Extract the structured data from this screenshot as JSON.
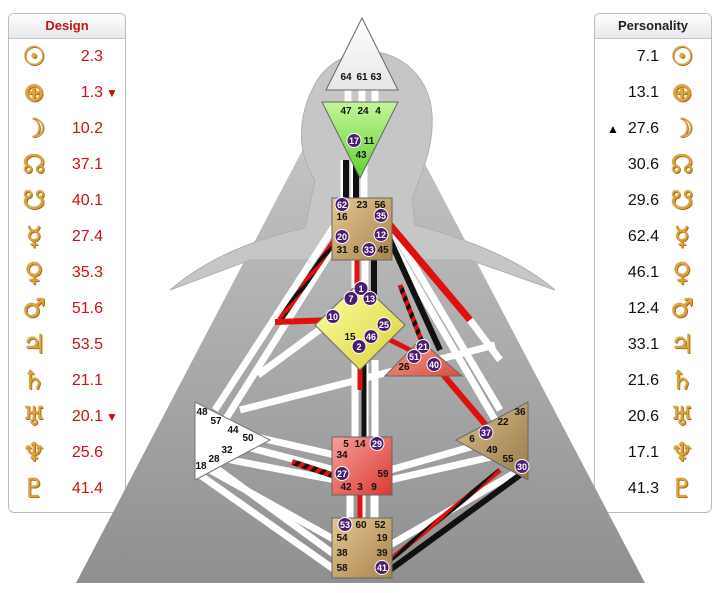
{
  "design": {
    "title": "Design",
    "rows": [
      {
        "icon": "sun-icon",
        "glyph": "☉",
        "value": "2.3",
        "arrow": ""
      },
      {
        "icon": "earth-icon",
        "glyph": "⊕",
        "value": "1.3",
        "arrow": "▼"
      },
      {
        "icon": "moon-icon",
        "glyph": "☽",
        "value": "10.2",
        "arrow": ""
      },
      {
        "icon": "north-node-icon",
        "glyph": "☊",
        "value": "37.1",
        "arrow": ""
      },
      {
        "icon": "south-node-icon",
        "glyph": "☋",
        "value": "40.1",
        "arrow": ""
      },
      {
        "icon": "mercury-icon",
        "glyph": "☿",
        "value": "27.4",
        "arrow": ""
      },
      {
        "icon": "venus-icon",
        "glyph": "♀",
        "value": "35.3",
        "arrow": ""
      },
      {
        "icon": "mars-icon",
        "glyph": "♂",
        "value": "51.6",
        "arrow": ""
      },
      {
        "icon": "jupiter-icon",
        "glyph": "♃",
        "value": "53.5",
        "arrow": ""
      },
      {
        "icon": "saturn-icon",
        "glyph": "♄",
        "value": "21.1",
        "arrow": ""
      },
      {
        "icon": "uranus-icon",
        "glyph": "♅",
        "value": "20.1",
        "arrow": "▼"
      },
      {
        "icon": "neptune-icon",
        "glyph": "♆",
        "value": "25.6",
        "arrow": ""
      },
      {
        "icon": "pluto-icon",
        "glyph": "♇",
        "value": "41.4",
        "arrow": ""
      }
    ]
  },
  "personality": {
    "title": "Personality",
    "rows": [
      {
        "icon": "sun-icon",
        "glyph": "☉",
        "value": "7.1",
        "arrow": ""
      },
      {
        "icon": "earth-icon",
        "glyph": "⊕",
        "value": "13.1",
        "arrow": ""
      },
      {
        "icon": "moon-icon",
        "glyph": "☽",
        "value": "27.6",
        "arrow": "▲"
      },
      {
        "icon": "north-node-icon",
        "glyph": "☊",
        "value": "30.6",
        "arrow": ""
      },
      {
        "icon": "south-node-icon",
        "glyph": "☋",
        "value": "29.6",
        "arrow": ""
      },
      {
        "icon": "mercury-icon",
        "glyph": "☿",
        "value": "62.4",
        "arrow": ""
      },
      {
        "icon": "venus-icon",
        "glyph": "♀",
        "value": "46.1",
        "arrow": ""
      },
      {
        "icon": "mars-icon",
        "glyph": "♂",
        "value": "12.4",
        "arrow": ""
      },
      {
        "icon": "jupiter-icon",
        "glyph": "♃",
        "value": "33.1",
        "arrow": ""
      },
      {
        "icon": "saturn-icon",
        "glyph": "♄",
        "value": "21.6",
        "arrow": ""
      },
      {
        "icon": "uranus-icon",
        "glyph": "♅",
        "value": "20.6",
        "arrow": ""
      },
      {
        "icon": "neptune-icon",
        "glyph": "♆",
        "value": "17.1",
        "arrow": ""
      },
      {
        "icon": "pluto-icon",
        "glyph": "♇",
        "value": "41.3",
        "arrow": ""
      }
    ]
  },
  "colors": {
    "design_red": "#cc1111",
    "defined_head": "#ffffff",
    "defined_ajna": "#9be85a",
    "defined_throat": "#c8a060",
    "defined_g": "#eef06a",
    "defined_heart": "#e26a5a",
    "defined_solar": "#b69a68",
    "defined_sacral": "#e0504a",
    "defined_root": "#c8a060",
    "activation_circle": "#4a1d6e"
  },
  "centers": {
    "head": {
      "gates": [
        "64",
        "61",
        "63"
      ]
    },
    "ajna": {
      "gates": [
        "47",
        "24",
        "4",
        "17",
        "11",
        "43"
      ]
    },
    "throat": {
      "gates": [
        "62",
        "23",
        "56",
        "16",
        "35",
        "20",
        "12",
        "31",
        "8",
        "33",
        "45"
      ]
    },
    "g": {
      "gates": [
        "1",
        "7",
        "13",
        "10",
        "25",
        "15",
        "46",
        "2"
      ]
    },
    "heart": {
      "gates": [
        "21",
        "51",
        "26",
        "40"
      ]
    },
    "spleen": {
      "gates": [
        "48",
        "57",
        "44",
        "50",
        "32",
        "28",
        "18"
      ]
    },
    "solar_plexus": {
      "gates": [
        "36",
        "22",
        "37",
        "6",
        "49",
        "55",
        "30"
      ]
    },
    "sacral": {
      "gates": [
        "5",
        "14",
        "29",
        "34",
        "27",
        "59",
        "42",
        "3",
        "9"
      ]
    },
    "root": {
      "gates": [
        "53",
        "60",
        "52",
        "54",
        "19",
        "38",
        "39",
        "58",
        "41"
      ]
    }
  }
}
